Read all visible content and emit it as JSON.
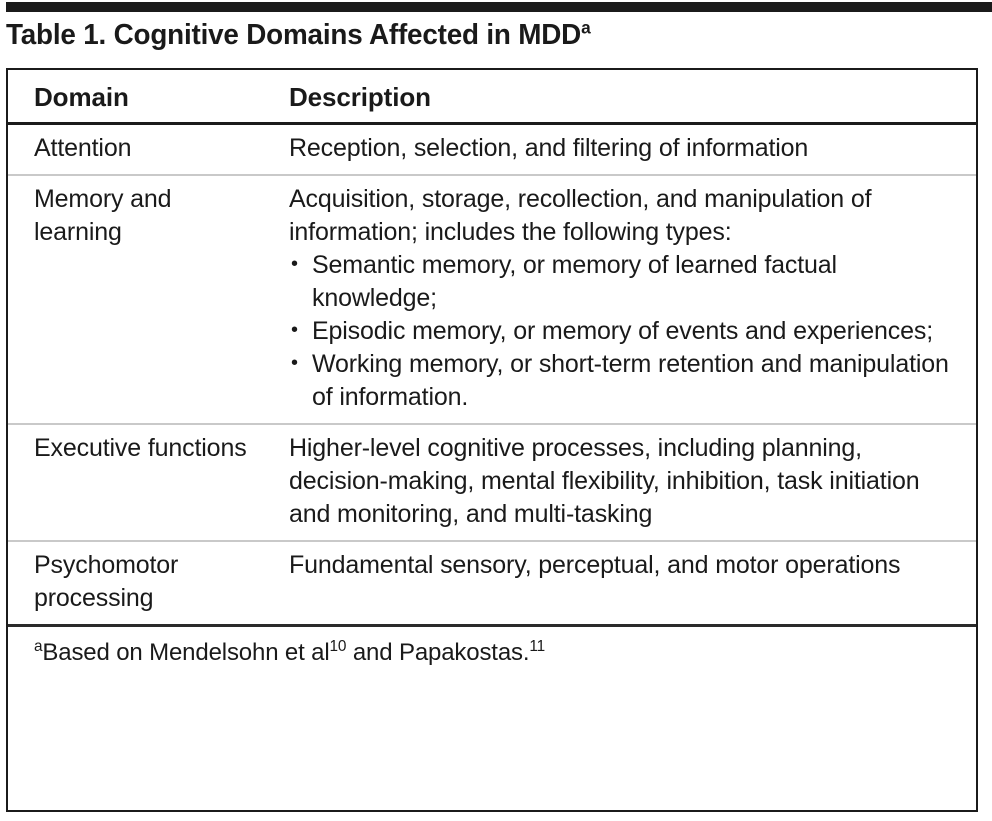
{
  "document": {
    "title_prefix": "Table 1. Cognitive Domains Affected in MDD",
    "title_superscript": "a"
  },
  "table": {
    "columns": [
      {
        "key": "domain",
        "header": "Domain"
      },
      {
        "key": "description",
        "header": "Description"
      }
    ],
    "rows": [
      {
        "domain": "Attention",
        "description_lines": [
          "Reception, selection, and filtering of information"
        ],
        "bullets": []
      },
      {
        "domain": "Memory and learning",
        "description_lines": [
          "Acquisition, storage, recollection, and manipulation of information; includes the following types:"
        ],
        "bullets": [
          "Semantic memory, or memory of learned factual knowledge;",
          "Episodic memory, or memory of events and experiences;",
          "Working memory, or short-term retention and manipulation of information."
        ]
      },
      {
        "domain": "Executive functions",
        "description_lines": [
          "Higher-level cognitive processes, including planning, decision-making, mental flexibility, inhibition, task initiation and monitoring, and multi-tasking"
        ],
        "bullets": []
      },
      {
        "domain": "Psychomotor processing",
        "description_lines": [
          "Fundamental sensory, perceptual, and motor operations"
        ],
        "bullets": []
      }
    ],
    "footnote": {
      "marker": "a",
      "text_1": "Based on Mendelsohn et al",
      "ref_1": "10",
      "text_2": " and Papakostas.",
      "ref_2": "11"
    }
  },
  "colors": {
    "rule": "#1b1b1b",
    "text": "#1a1a1a",
    "row_divider": "#c9c9c9",
    "frame": "#1b1b1b"
  }
}
